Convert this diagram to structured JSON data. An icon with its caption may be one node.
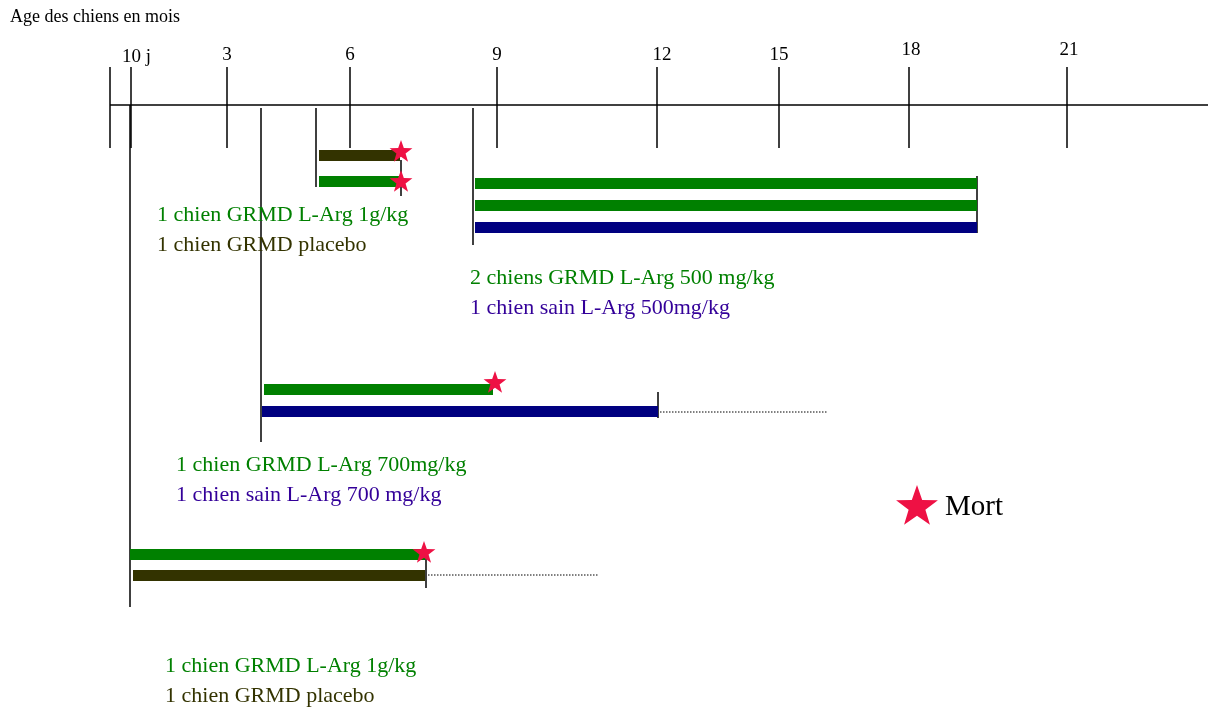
{
  "diagram": {
    "labels": [
      "Age des chiens en mois",
      "10 j",
      "3",
      "6",
      "9",
      "12",
      "15",
      "18",
      "21",
      "1 chien GRMD L-Arg 1g/kg",
      "1 chien GRMD placebo",
      "2 chiens GRMD L-Arg 500 mg/kg",
      "1 chien sain L-Arg 500mg/kg",
      "1 chien GRMD L-Arg 700mg/kg",
      "1 chien sain L-Arg 700 mg/kg",
      "1 chien GRMD L-Arg 1g/kg",
      "1 chien GRMD placebo"
    ],
    "legend": [
      {
        "text": "Mort"
      }
    ]
  }
}
